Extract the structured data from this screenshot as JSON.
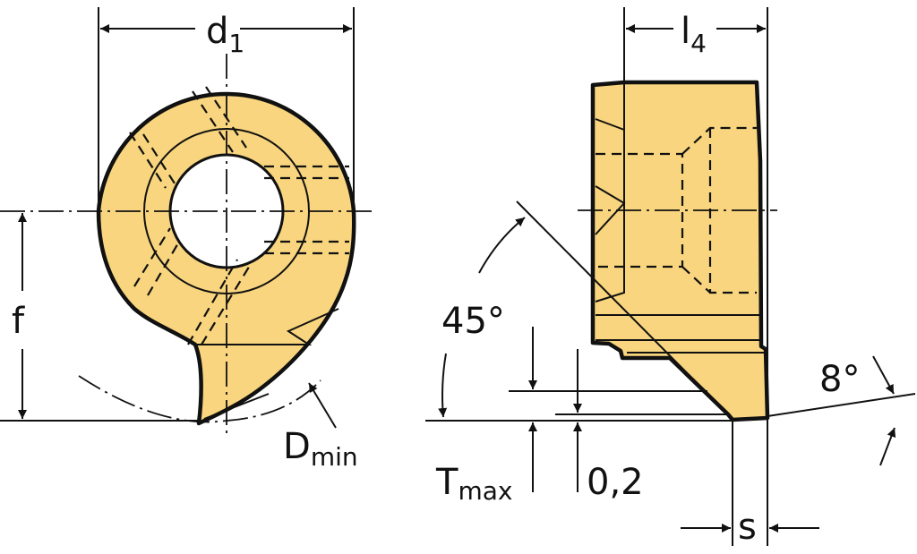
{
  "colors": {
    "insert_fill": "#F8D57E",
    "line": "#111111"
  },
  "labels": {
    "d1": {
      "main": "d",
      "sub": "1"
    },
    "l4": {
      "main": "l",
      "sub": "4"
    },
    "f": "f",
    "dmin": {
      "main": "D",
      "sub": "min"
    },
    "angle_45": "45°",
    "angle_8": "8°",
    "tmax": {
      "main": "T",
      "sub": "max"
    },
    "offset": "0,2",
    "s": "s"
  }
}
